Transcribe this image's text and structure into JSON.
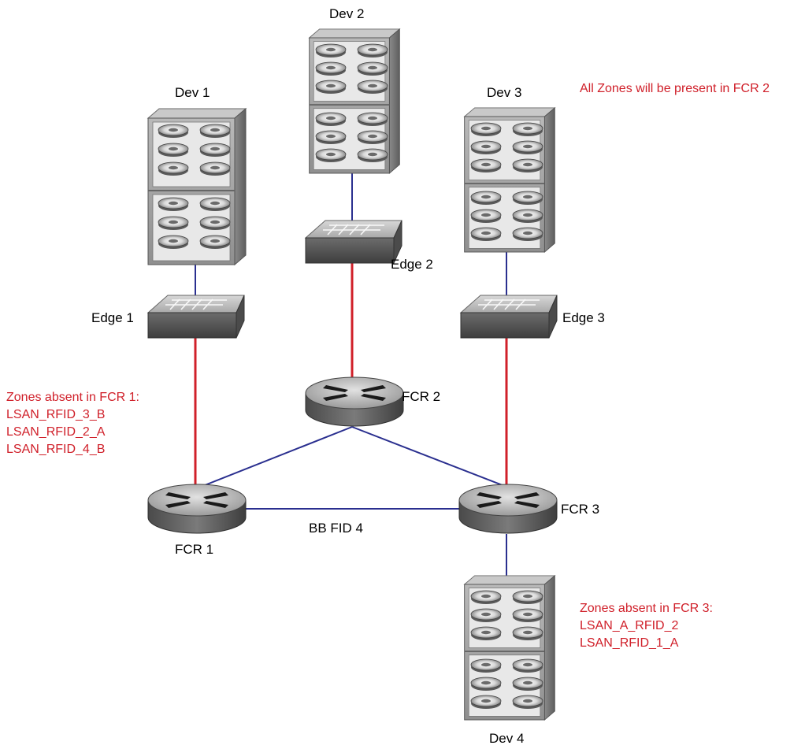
{
  "colors": {
    "fc_link": "#d0202a",
    "backbone_link": "#2a2f8f",
    "annotation": "#d0202a"
  },
  "devices": {
    "dev1": {
      "label": "Dev 1",
      "icon": "storage-array-icon"
    },
    "dev2": {
      "label": "Dev 2",
      "icon": "storage-array-icon"
    },
    "dev3": {
      "label": "Dev 3",
      "icon": "storage-array-icon"
    },
    "dev4": {
      "label": "Dev 4",
      "icon": "storage-array-icon"
    }
  },
  "switches": {
    "edge1": {
      "label": "Edge 1",
      "icon": "fabric-switch-icon"
    },
    "edge2": {
      "label": "Edge 2",
      "icon": "fabric-switch-icon"
    },
    "edge3": {
      "label": "Edge 3",
      "icon": "fabric-switch-icon"
    }
  },
  "routers": {
    "fcr1": {
      "label": "FCR 1",
      "icon": "router-icon"
    },
    "fcr2": {
      "label": "FCR 2",
      "icon": "router-icon"
    },
    "fcr3": {
      "label": "FCR 3",
      "icon": "router-icon"
    }
  },
  "backbone": {
    "label": "BB FID 4"
  },
  "notes": {
    "fcr2": {
      "text": "All Zones will be present in FCR 2"
    },
    "fcr1": {
      "title": "Zones absent in FCR 1:",
      "items": [
        "LSAN_RFID_3_B",
        "LSAN_RFID_2_A",
        "LSAN_RFID_4_B"
      ]
    },
    "fcr3": {
      "title": "Zones absent in FCR 3:",
      "items": [
        "LSAN_A_RFID_2",
        "LSAN_RFID_1_A"
      ]
    }
  }
}
